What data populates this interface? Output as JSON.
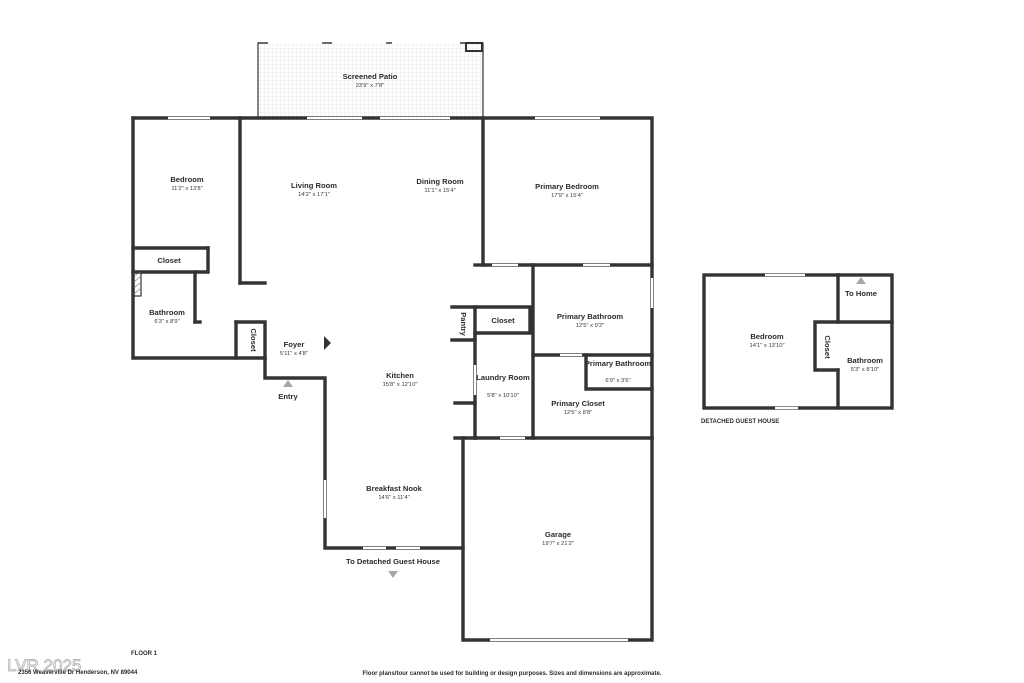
{
  "rooms": [
    {
      "key": "patio",
      "name": "Screened Patio",
      "dim": "23'9\" x 7'8\""
    },
    {
      "key": "bed1",
      "name": "Bedroom",
      "dim": "11'2\" x 13'8\""
    },
    {
      "key": "living",
      "name": "Living Room",
      "dim": "14'2\" x 17'1\""
    },
    {
      "key": "dining",
      "name": "Dining Room",
      "dim": "11'1\" x 15'4\""
    },
    {
      "key": "primary_bed",
      "name": "Primary Bedroom",
      "dim": "17'9\" x 15'4\""
    },
    {
      "key": "closet1",
      "name": "Closet",
      "dim": ""
    },
    {
      "key": "bath1",
      "name": "Bathroom",
      "dim": "6'3\" x 8'9\""
    },
    {
      "key": "closet_v",
      "name": "Closet",
      "dim": ""
    },
    {
      "key": "foyer",
      "name": "Foyer",
      "dim": "5'11\" x 4'8\""
    },
    {
      "key": "pantry",
      "name": "Pantry",
      "dim": ""
    },
    {
      "key": "closet2",
      "name": "Closet",
      "dim": ""
    },
    {
      "key": "primary_bath",
      "name": "Primary Bathroom",
      "dim": "12'5\" x 9'2\""
    },
    {
      "key": "kitchen",
      "name": "Kitchen",
      "dim": "15'8\" x 12'10\""
    },
    {
      "key": "laundry",
      "name": "Laundry Room",
      "dim": "5'8\" x 10'10\""
    },
    {
      "key": "primary_bath2",
      "name": "Primary Bathroom",
      "dim": "6'9\" x 3'6\""
    },
    {
      "key": "primary_closet",
      "name": "Primary Closet",
      "dim": "12'5\" x 8'8\""
    },
    {
      "key": "nook",
      "name": "Breakfast Nook",
      "dim": "14'6\" x 11'4\""
    },
    {
      "key": "garage",
      "name": "Garage",
      "dim": "19'7\" x 21'2\""
    },
    {
      "key": "guest_bed",
      "name": "Bedroom",
      "dim": "14'1\" x 13'10\""
    },
    {
      "key": "guest_closet",
      "name": "Closet",
      "dim": ""
    },
    {
      "key": "guest_bath",
      "name": "Bathroom",
      "dim": "5'3\" x 8'10\""
    }
  ],
  "labels": {
    "entry": "Entry",
    "to_guest": "To Detached Guest House",
    "to_home": "To Home",
    "guest_house": "DETACHED GUEST HOUSE",
    "floor": "FLOOR 1",
    "address": "2356 Weaverville Dr Henderson, NV 89044",
    "disclaimer": "Floor plans/tour cannot be used for building or design purposes. Sizes and dimensions are approximate.",
    "watermark": "LVR 2025"
  },
  "colors": {
    "wall": "#333333",
    "patio_pattern": "#d9d9d9",
    "arrow": "#a8a8a8"
  },
  "icons": [
    "entry-arrow-icon",
    "guest-house-arrow-icon",
    "home-arrow-icon"
  ]
}
